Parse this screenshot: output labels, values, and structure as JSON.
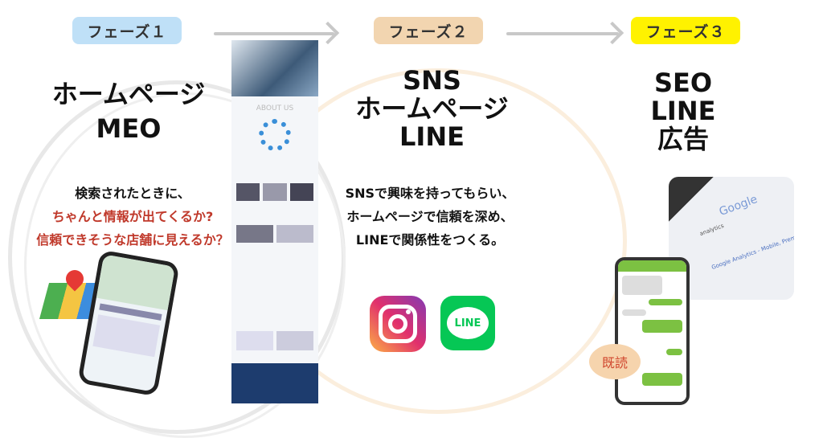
{
  "phases": [
    {
      "label": "フェーズ１",
      "color": "#bfe0f7",
      "heading": [
        "ホームページ",
        "MEO"
      ],
      "description": [
        "検索されたときに、",
        "ちゃんと情報が出てくるか?",
        "信頼できそうな店舗に見えるか？"
      ]
    },
    {
      "label": "フェーズ２",
      "color": "#f2d5b0",
      "heading": [
        "SNS",
        "ホームページ",
        "LINE"
      ],
      "description": [
        "SNSで興味を持ってもらい、",
        "ホームページで信頼を深め、",
        "LINEで関係性をつくる。"
      ]
    },
    {
      "label": "フェーズ３",
      "color": "#fff200",
      "heading": [
        "SEO",
        "LINE",
        "広告"
      ]
    }
  ],
  "website_mock": {
    "section": "ABOUT US"
  },
  "google_mock": {
    "logo": "Google",
    "query": "analytics",
    "result": "Google Analytics - Mobile, Premium"
  },
  "line_chat": {
    "read_badge": "既読"
  },
  "icons": {
    "line_label": "LINE"
  }
}
